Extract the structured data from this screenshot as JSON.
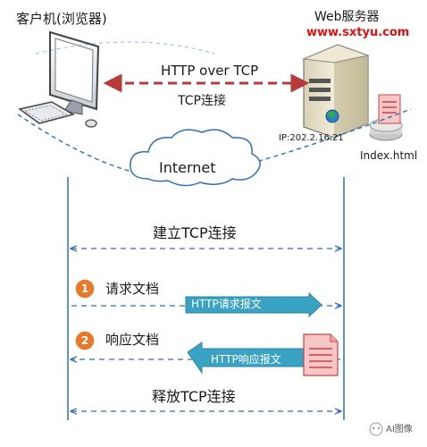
{
  "client": {
    "label": "客户机(浏览器)"
  },
  "server": {
    "label": "Web服务器",
    "url": "www.sxtyu.com",
    "ip": "IP:202.2.16.21",
    "file": "Index.html"
  },
  "connection": {
    "protocol": "HTTP over TCP",
    "tcp": "TCP连接"
  },
  "network": {
    "label": "Internet"
  },
  "steps": {
    "establish": "建立TCP连接",
    "request": {
      "number": "1",
      "label": "请求文档",
      "message": "HTTP请求报文"
    },
    "response": {
      "number": "2",
      "label": "响应文档",
      "message": "HTTP响应报文"
    },
    "release": "释放TCP连接"
  },
  "watermark": {
    "label": "AI图像"
  },
  "colors": {
    "url_red": "#e01010",
    "dash_red": "#c0392b",
    "line_blue": "#2f6fb5",
    "banner_teal": "#3aa3c4",
    "badge_orange": "#e8782a"
  }
}
